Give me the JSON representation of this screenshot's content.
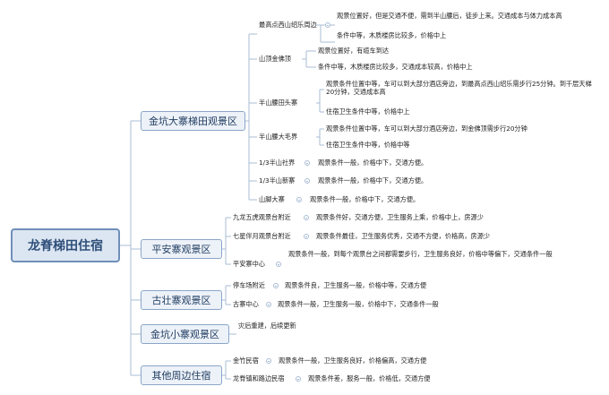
{
  "root": {
    "label": "龙脊梯田住宿"
  },
  "branches": [
    {
      "label": "金坑大寨梯田观景区"
    },
    {
      "label": "平安寨观景区"
    },
    {
      "label": "古壮寨观景区"
    },
    {
      "label": "金坑小寨观景区"
    },
    {
      "label": "其他周边住宿"
    }
  ],
  "jinkeng": {
    "xishan": {
      "label": "最高点西山绍乐周边",
      "details": [
        "观景位置好，但是交通不便，需到半山腰后，徒步上来。交通成本与体力成本高",
        "条件中等，木质楼房比较多，价格中上"
      ]
    },
    "jinfo": {
      "label": "山顶金佛顶",
      "details": [
        "观景位置好，有缆车到达",
        "条件中等，木质楼房比较多，交通成本较高，价格中上"
      ]
    },
    "banshan": {
      "label": "半山腰田头寨",
      "details": [
        "观景条件位置中等，车可以到大部分酒店旁边，到最高点西山绍乐需步行25分钟。到千层天梯20分钟，交通成本高",
        "住宿卫生条件中等，价格中上"
      ]
    },
    "damaojie": {
      "label": "半山腰大毛界",
      "details": [
        "观景条件位置中等，车可以到大部分酒店旁边，到金佛顶需步行20分钟",
        "住宿卫生条件中等，价格中等"
      ]
    },
    "shejie": {
      "label": "1/3半山社界",
      "detail": "观景条件一般，价格中下，交通方便。"
    },
    "xinzhai": {
      "label": "1/3半山新寨",
      "detail": "观景条件一般，价格中下，交通方便。"
    },
    "dazhai": {
      "label": "山脚大寨",
      "detail": "观景条件一般，价格中下，交通方便。"
    }
  },
  "pingan": [
    {
      "label": "九龙五虎观景台附近",
      "detail": "观景条件好，交通方便，卫生服务上乘，价格中上，房源少"
    },
    {
      "label": "七星伴月观景台附近",
      "detail": "观景条件最佳，卫生服务优秀，交通不方便，价格高，房源少"
    },
    {
      "label": "平安寨中心",
      "detail": "观景条件一般，到每个观景台之间都需要步行，卫生服务良好，价格中等偏下，交通条件一般"
    }
  ],
  "guzhuang": [
    {
      "label": "停车场附近",
      "detail": "观景条件良，卫生服务一般，价格中等，交通方便"
    },
    {
      "label": "古寨中心",
      "detail": "观景条件一般，卫生服务一般，价格中下，交通条件一般"
    }
  ],
  "xiaozhai": {
    "detail": "灾后重建，后续更新"
  },
  "other": [
    {
      "label": "金竹民宿",
      "detail": "观景条件一般，卫生服务良好，价格偏高，交通方便"
    },
    {
      "label": "龙脊镇和路边民宿",
      "detail": "观景条件差，服务一般，价格低，交通方便"
    }
  ]
}
